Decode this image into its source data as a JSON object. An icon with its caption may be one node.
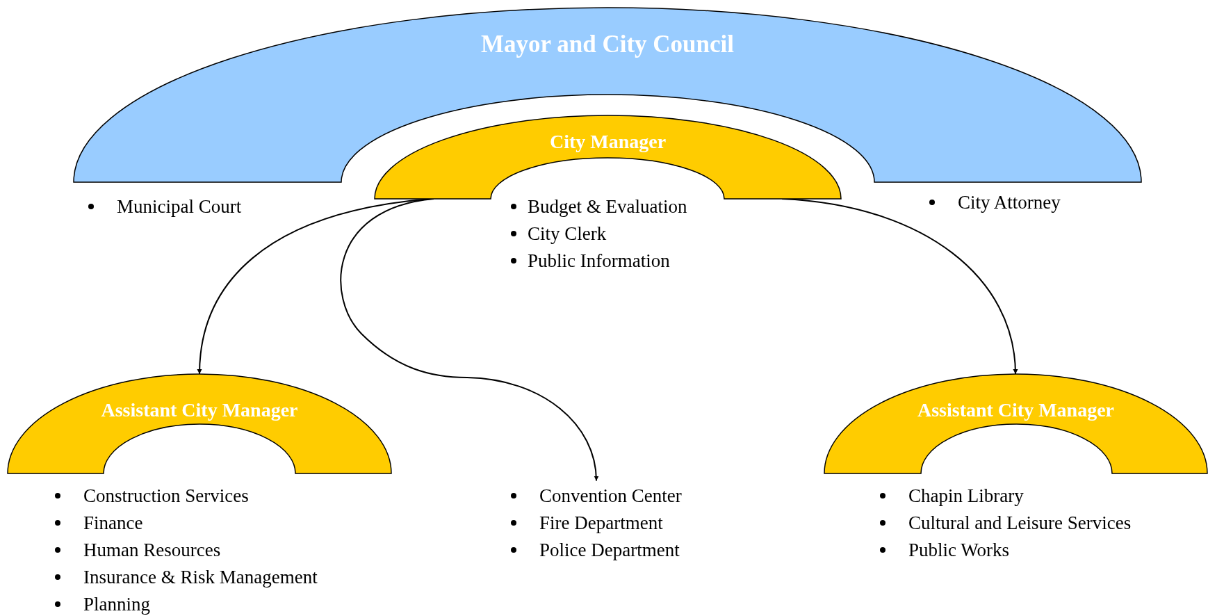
{
  "diagram": {
    "nodes": [
      {
        "text": [
          "Mayor and City Council"
        ],
        "beside": [
          "Municipal Court",
          "City Attorney"
        ]
      },
      {
        "text": [
          "City Manager"
        ],
        "beside": [
          "Budget & Evaluation",
          "City Clerk",
          "Public Information"
        ]
      },
      {
        "text": [
          "Assistant City Manager"
        ],
        "beside": [
          "Construction Services",
          "Finance",
          "Human Resources",
          "Insurance & Risk Management",
          "Planning"
        ]
      },
      {
        "text": [
          "Convention Center",
          "Fire Department",
          "Police Department"
        ]
      },
      {
        "text": [
          "Assistant City Manager"
        ],
        "beside": [
          "Chapin Library",
          "Cultural and Leisure Services",
          "Public Works"
        ]
      }
    ],
    "edges": [
      {
        "from": 1,
        "to": 2,
        "arrow": "to"
      },
      {
        "from": 1,
        "to": 3,
        "arrow": "to"
      },
      {
        "from": 1,
        "to": 4,
        "arrow": "to"
      }
    ]
  }
}
